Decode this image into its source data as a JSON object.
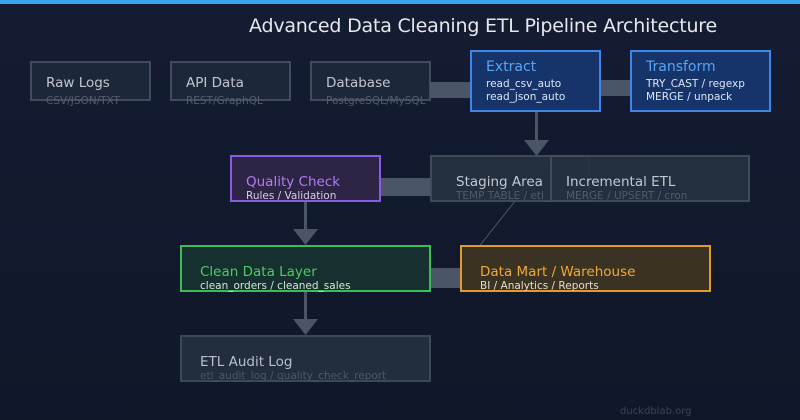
{
  "title": "Advanced Data Cleaning ETL Pipeline Architecture",
  "nodes": {
    "raw_logs": {
      "title": "Raw Logs",
      "sub": "CSV/JSON/TXT"
    },
    "api_data": {
      "title": "API Data",
      "sub": "REST/GraphQL"
    },
    "database": {
      "title": "Database",
      "sub": "PostgreSQL/MySQL"
    },
    "extract": {
      "title": "Extract",
      "sub1": "read_csv_auto",
      "sub2": "read_json_auto"
    },
    "transform": {
      "title": "Transform",
      "sub1": "TRY_CAST / regexp",
      "sub2": "MERGE / unpack"
    },
    "quality_check": {
      "title": "Quality Check",
      "sub": "Rules / Validation"
    },
    "staging_area": {
      "title": "Staging Area",
      "sub": "TEMP TABLE / etl_"
    },
    "incremental_etl": {
      "title": "Incremental ETL",
      "sub": "MERGE / UPSERT / cron"
    },
    "clean_data_layer": {
      "title": "Clean Data Layer",
      "sub": "clean_orders / cleaned_sales"
    },
    "data_mart": {
      "title": "Data Mart / Warehouse",
      "sub": "BI / Analytics / Reports"
    },
    "etl_audit_log": {
      "title": "ETL Audit Log",
      "sub": "etl_audit_log / quality_check_report"
    }
  },
  "watermark": "duckdblab.org",
  "colors": {
    "background": "#121a2e",
    "accent_bar": "#3aa3ee",
    "extract_border": "#3f86e6",
    "quality_border": "#8a5de0",
    "clean_border": "#3bbd56",
    "mart_border": "#e39a2c",
    "connector": "#4a5668"
  }
}
